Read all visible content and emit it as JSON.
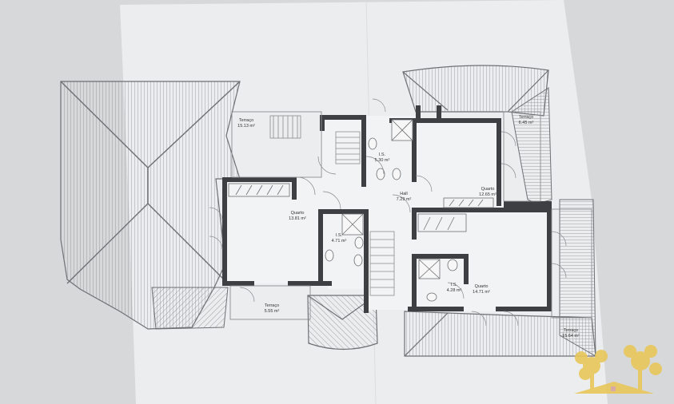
{
  "rooms": [
    {
      "id": "terraco-nw",
      "name": "Terraço",
      "area": "15.13 m²"
    },
    {
      "id": "is-top",
      "name": "I.S.",
      "area": "5.30 m²"
    },
    {
      "id": "terraco-ne",
      "name": "Terraço",
      "area": "6.45 m²"
    },
    {
      "id": "hall",
      "name": "Hall",
      "area": "7.29 m²"
    },
    {
      "id": "quarto-ne",
      "name": "Quarto",
      "area": "12.65 m²"
    },
    {
      "id": "quarto-w",
      "name": "Quarto",
      "area": "13.81 m²"
    },
    {
      "id": "is-mid",
      "name": "I.S.",
      "area": "4.71 m²"
    },
    {
      "id": "is-se",
      "name": "I.S.",
      "area": "4.28 m²"
    },
    {
      "id": "quarto-se",
      "name": "Quarto",
      "area": "14.71 m²"
    },
    {
      "id": "terraco-sw",
      "name": "Terraço",
      "area": "5.55 m²"
    },
    {
      "id": "terraco-se",
      "name": "Terraço",
      "area": "15.64 m²"
    }
  ],
  "logo": {
    "icon": "tree-logo-icon",
    "color": "#e8c75a"
  },
  "colors": {
    "paper": "#ecedee",
    "wall": "#3e3f42",
    "line": "#8a8c90",
    "background": "#d6d8da"
  }
}
